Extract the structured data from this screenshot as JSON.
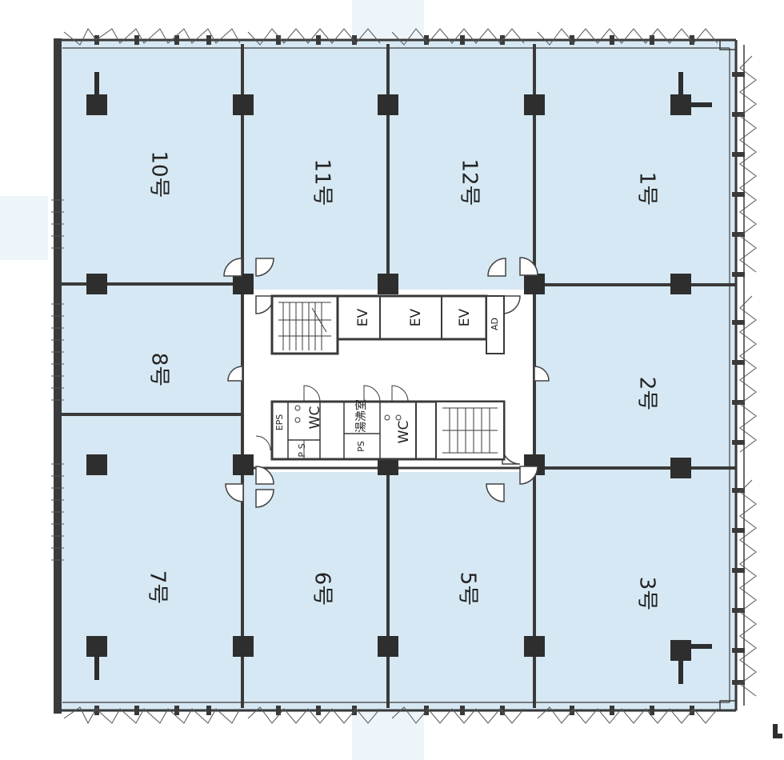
{
  "plan": {
    "rooms": [
      {
        "id": "r10",
        "label": "10号"
      },
      {
        "id": "r11",
        "label": "11号"
      },
      {
        "id": "r12",
        "label": "12号"
      },
      {
        "id": "r1",
        "label": "1号"
      },
      {
        "id": "r8",
        "label": "8号"
      },
      {
        "id": "r2",
        "label": "2号"
      },
      {
        "id": "r7",
        "label": "7号"
      },
      {
        "id": "r6",
        "label": "6号"
      },
      {
        "id": "r5",
        "label": "5号"
      },
      {
        "id": "r3",
        "label": "3号"
      }
    ],
    "core": {
      "elevators": [
        "EV",
        "EV",
        "EV"
      ],
      "ad": "AD",
      "eps": "EPS",
      "ps_left": "P S",
      "wc_left": "WC",
      "yuwakashi": "湯沸室",
      "ps_right": "PS",
      "wc_right": "WC"
    },
    "colors": {
      "room_fill": "#d6e8f3",
      "wall": "#3a3a3a",
      "column": "#2e2e2e",
      "core_fill": "#ffffff"
    }
  }
}
